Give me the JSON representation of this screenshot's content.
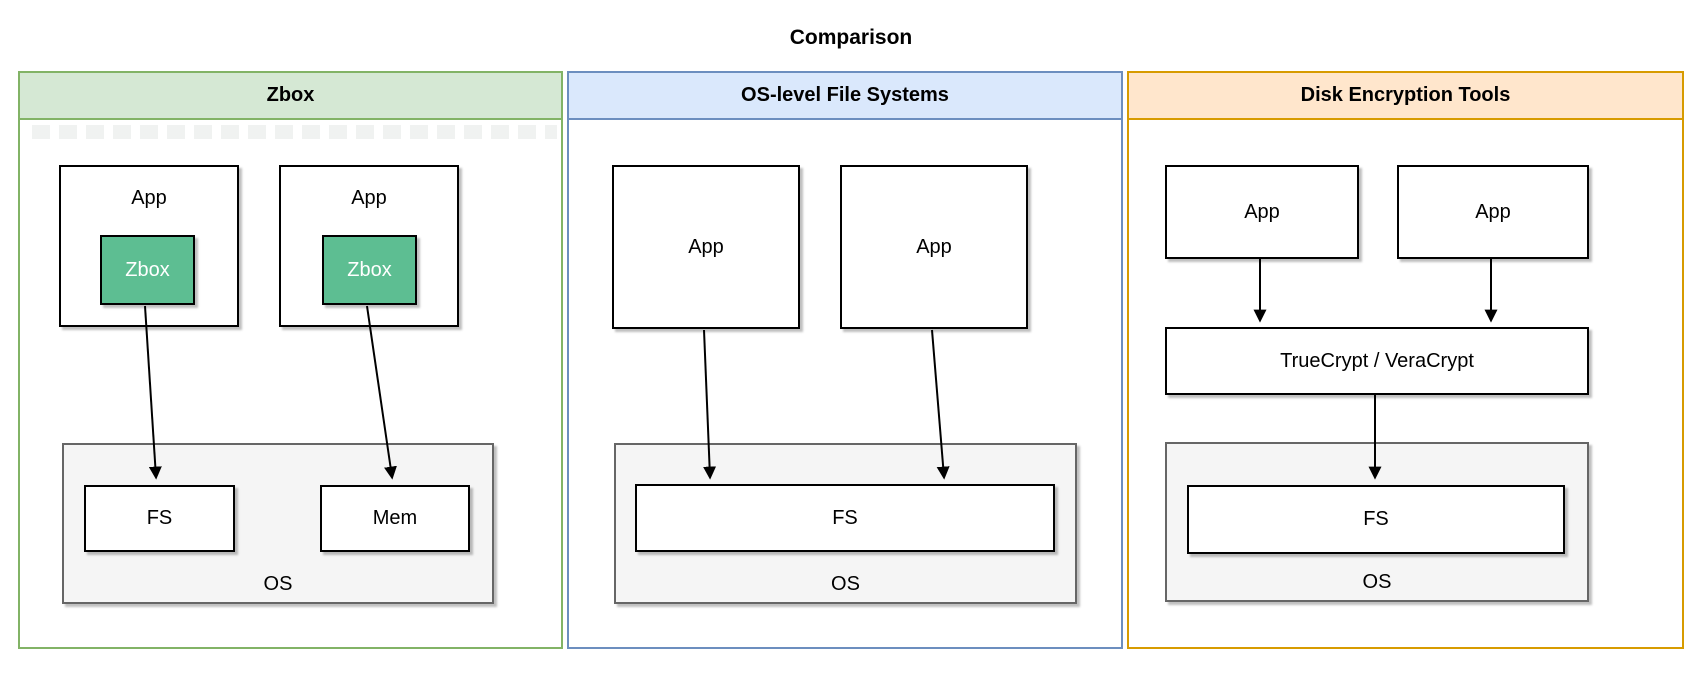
{
  "diagram_title": "Comparison",
  "colors": {
    "panel1_header_bg": "#d5e8d4",
    "panel1_border": "#82b366",
    "panel2_header_bg": "#dae8fc",
    "panel2_border": "#6c8ebf",
    "panel3_header_bg": "#ffe6cc",
    "panel3_border": "#d79b00",
    "zbox_fill": "#5dbe92",
    "os_fill": "#f5f5f5",
    "os_border": "#666666",
    "box_border": "#000000",
    "arrow": "#000000"
  },
  "panels": [
    {
      "title": "Zbox",
      "nodes": {
        "app1": "App",
        "app2": "App",
        "zbox1": "Zbox",
        "zbox2": "Zbox",
        "fs": "FS",
        "mem": "Mem",
        "os": "OS"
      }
    },
    {
      "title": "OS-level File Systems",
      "nodes": {
        "app1": "App",
        "app2": "App",
        "fs": "FS",
        "os": "OS"
      }
    },
    {
      "title": "Disk Encryption Tools",
      "nodes": {
        "app1": "App",
        "app2": "App",
        "middleware": "TrueCrypt / VeraCrypt",
        "fs": "FS",
        "os": "OS"
      }
    }
  ]
}
